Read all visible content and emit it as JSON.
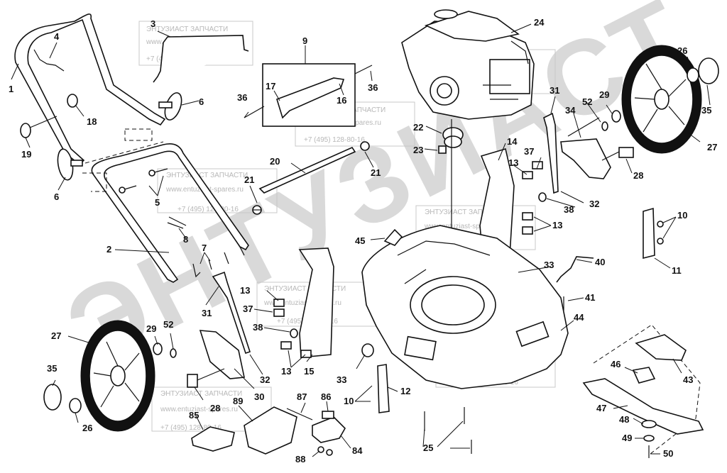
{
  "diagram": {
    "big_watermark": "ЭНТУЗИАСТ",
    "watermark": {
      "company": "ЭНТУЗИАСТ ЗАПЧАСТИ",
      "site": "www.entuziast-spares.ru",
      "phone": "+7 (495) 128-80-16"
    },
    "callouts": [
      {
        "id": "c1",
        "text": "1"
      },
      {
        "id": "c2",
        "text": "2"
      },
      {
        "id": "c3",
        "text": "3"
      },
      {
        "id": "c4",
        "text": "4"
      },
      {
        "id": "c5",
        "text": "5"
      },
      {
        "id": "c6a",
        "text": "6"
      },
      {
        "id": "c6b",
        "text": "6"
      },
      {
        "id": "c7",
        "text": "7"
      },
      {
        "id": "c8",
        "text": "8"
      },
      {
        "id": "c9",
        "text": "9"
      },
      {
        "id": "c10a",
        "text": "10"
      },
      {
        "id": "c10b",
        "text": "10"
      },
      {
        "id": "c11",
        "text": "11"
      },
      {
        "id": "c12",
        "text": "12"
      },
      {
        "id": "c13a",
        "text": "13"
      },
      {
        "id": "c13b",
        "text": "13"
      },
      {
        "id": "c13c",
        "text": "13"
      },
      {
        "id": "c13d",
        "text": "13"
      },
      {
        "id": "c14",
        "text": "14"
      },
      {
        "id": "c15",
        "text": "15"
      },
      {
        "id": "c16",
        "text": "16"
      },
      {
        "id": "c17",
        "text": "17"
      },
      {
        "id": "c18",
        "text": "18"
      },
      {
        "id": "c19",
        "text": "19"
      },
      {
        "id": "c20",
        "text": "20"
      },
      {
        "id": "c21a",
        "text": "21"
      },
      {
        "id": "c21b",
        "text": "21"
      },
      {
        "id": "c22",
        "text": "22"
      },
      {
        "id": "c23",
        "text": "23"
      },
      {
        "id": "c24",
        "text": "24"
      },
      {
        "id": "c25",
        "text": "25"
      },
      {
        "id": "c26a",
        "text": "26"
      },
      {
        "id": "c26b",
        "text": "26"
      },
      {
        "id": "c27a",
        "text": "27"
      },
      {
        "id": "c27b",
        "text": "27"
      },
      {
        "id": "c28a",
        "text": "28"
      },
      {
        "id": "c28b",
        "text": "28"
      },
      {
        "id": "c29a",
        "text": "29"
      },
      {
        "id": "c29b",
        "text": "29"
      },
      {
        "id": "c30",
        "text": "30"
      },
      {
        "id": "c31a",
        "text": "31"
      },
      {
        "id": "c31b",
        "text": "31"
      },
      {
        "id": "c32a",
        "text": "32"
      },
      {
        "id": "c32b",
        "text": "32"
      },
      {
        "id": "c33a",
        "text": "33"
      },
      {
        "id": "c33b",
        "text": "33"
      },
      {
        "id": "c34",
        "text": "34"
      },
      {
        "id": "c35a",
        "text": "35"
      },
      {
        "id": "c35b",
        "text": "35"
      },
      {
        "id": "c36a",
        "text": "36"
      },
      {
        "id": "c36b",
        "text": "36"
      },
      {
        "id": "c37a",
        "text": "37"
      },
      {
        "id": "c37b",
        "text": "37"
      },
      {
        "id": "c38a",
        "text": "38"
      },
      {
        "id": "c38b",
        "text": "38"
      },
      {
        "id": "c40",
        "text": "40"
      },
      {
        "id": "c41",
        "text": "41"
      },
      {
        "id": "c43",
        "text": "43"
      },
      {
        "id": "c44",
        "text": "44"
      },
      {
        "id": "c45",
        "text": "45"
      },
      {
        "id": "c46",
        "text": "46"
      },
      {
        "id": "c47",
        "text": "47"
      },
      {
        "id": "c48",
        "text": "48"
      },
      {
        "id": "c49",
        "text": "49"
      },
      {
        "id": "c50",
        "text": "50"
      },
      {
        "id": "c52a",
        "text": "52"
      },
      {
        "id": "c52b",
        "text": "52"
      },
      {
        "id": "c84",
        "text": "84"
      },
      {
        "id": "c85",
        "text": "85"
      },
      {
        "id": "c86",
        "text": "86"
      },
      {
        "id": "c87",
        "text": "87"
      },
      {
        "id": "c88",
        "text": "88"
      },
      {
        "id": "c89",
        "text": "89"
      }
    ]
  }
}
